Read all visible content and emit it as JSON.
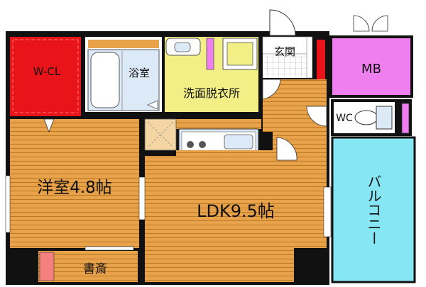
{
  "rooms": {
    "wcl": "W-CL",
    "bath": "浴室",
    "washroom": "洗面脱衣所",
    "entrance": "玄関",
    "mb": "MB",
    "wc": "WC",
    "western": "洋室4.8帖",
    "ldk": "LDK9.5帖",
    "balcony": "バルコニー",
    "study": "書斎"
  },
  "colors": {
    "wcl": "#e8141a",
    "wet": "#f2ef86",
    "mb": "#ef7fee",
    "balcony": "#86e6f3",
    "floor": "#e8a24a",
    "unit_bath": "#dce9f7",
    "wall": "#111111"
  }
}
